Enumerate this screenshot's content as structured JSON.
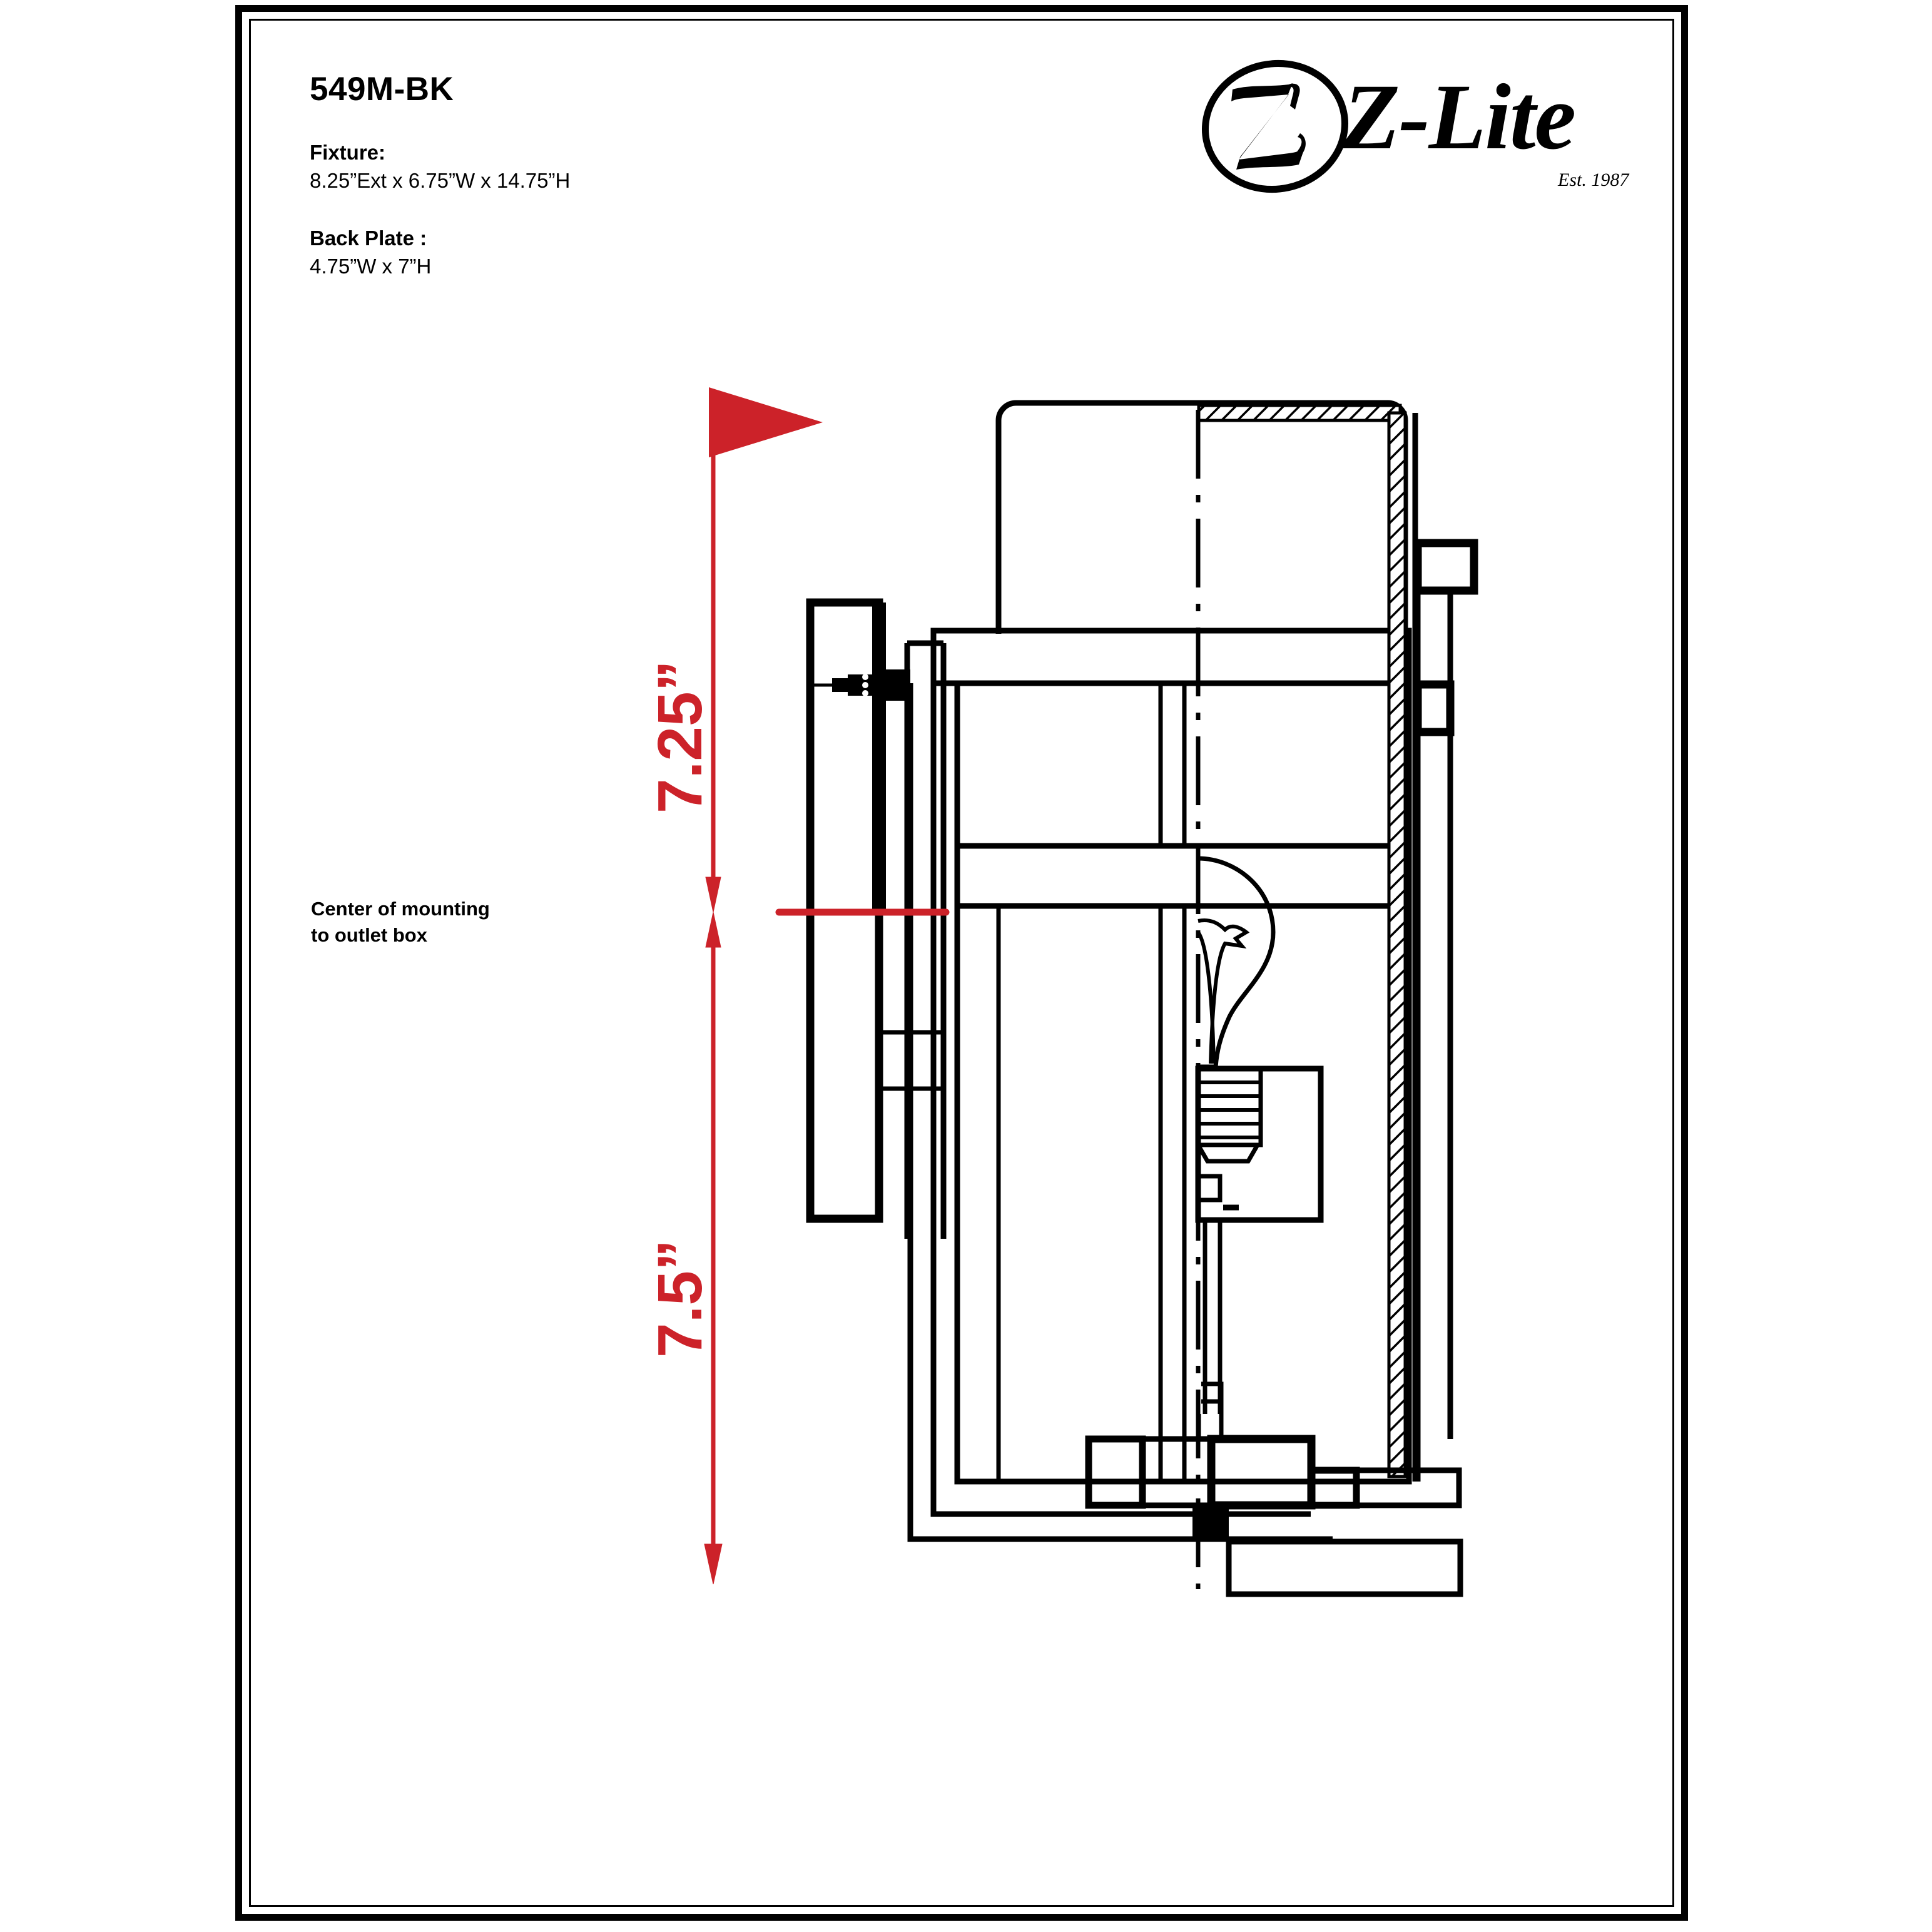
{
  "sheet": {
    "background_color": "#ffffff",
    "border_color": "#000000"
  },
  "header": {
    "model_number": "549M-BK",
    "fixture_label": "Fixture:",
    "fixture_dimensions": "8.25”Ext x 6.75”W x 14.75”H",
    "backplate_label": "Back Plate :",
    "backplate_dimensions": "4.75”W x 7”H"
  },
  "logo": {
    "wordmark": "Z-Lite",
    "established": "Est. 1987",
    "mark_letter": "Z"
  },
  "annotations": {
    "center_line_note_line1": "Center of mounting",
    "center_line_note_line2": "to outlet box"
  },
  "dimensions": {
    "accent_color": "#CC2229",
    "upper": {
      "value": "7.25”",
      "from": "top of fixture",
      "to": "center of mounting to outlet box"
    },
    "lower": {
      "value": "7.5”",
      "from": "center of mounting to outlet box",
      "to": "bottom of fixture"
    }
  },
  "drawing": {
    "view": "side elevation section",
    "line_color": "#000000",
    "parts": [
      "top cap",
      "upper collar band",
      "glass body",
      "lower collar band",
      "back plate",
      "mounting bracket",
      "wall section hatch",
      "incandescent bulb",
      "lamp socket",
      "bottom finial plate"
    ]
  }
}
